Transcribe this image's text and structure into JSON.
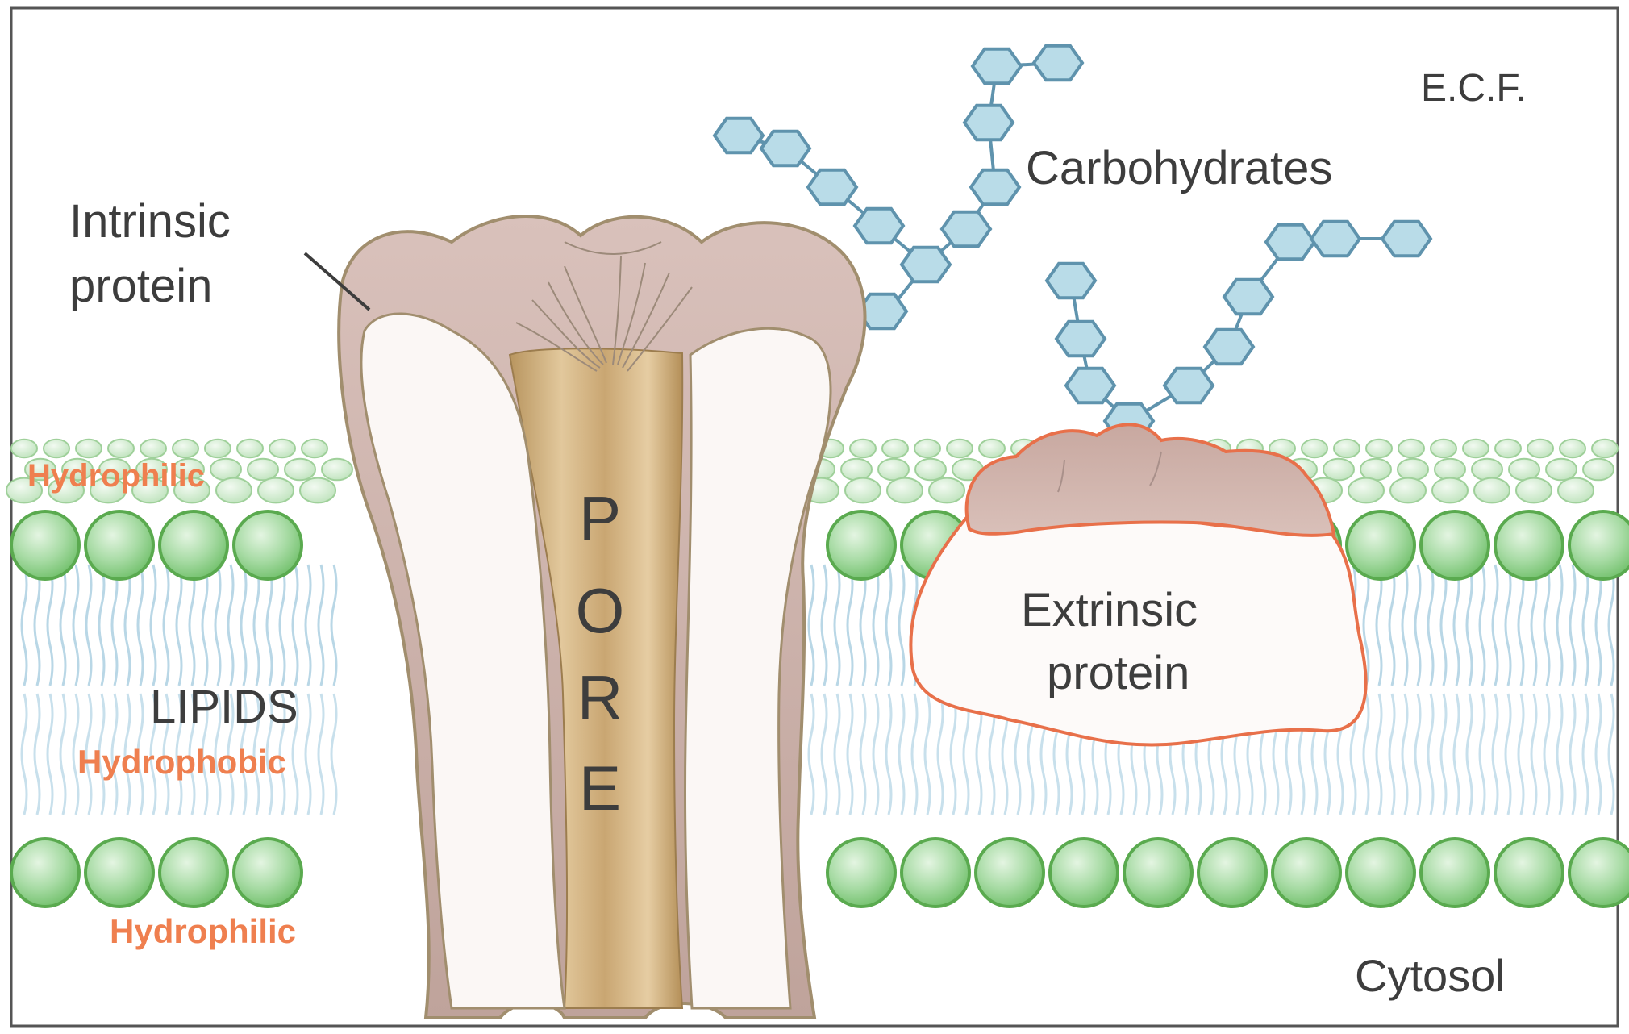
{
  "labels": {
    "ecf": "E.C.F.",
    "carbohydrates": "Carbohydrates",
    "intrinsic_line1": "Intrinsic",
    "intrinsic_line2": "protein",
    "extrinsic_line1": "Extrinsic",
    "extrinsic_line2": "protein",
    "hydrophilic_top": "Hydrophilic",
    "hydrophobic": "Hydrophobic",
    "hydrophilic_bottom": "Hydrophilic",
    "lipids": "LIPIDS",
    "cytosol": "Cytosol",
    "pore_letters": [
      "P",
      "O",
      "R",
      "E"
    ]
  },
  "colors": {
    "lipid_head": "#8fce8c",
    "lipid_head_edge": "#5aaa4f",
    "lipid_back": "#cfe9cf",
    "lipid_tail": "#b9d7e6",
    "protein": "#c9a9a2",
    "protein_edge": "#a18e6e",
    "pore": "#c6a77e",
    "extrinsic_edge": "#e8704a",
    "sugar_fill": "#b9dce8",
    "sugar_edge": "#5f93ad",
    "hydro_text": "#ef7f4f",
    "text": "#3d3d3d"
  }
}
